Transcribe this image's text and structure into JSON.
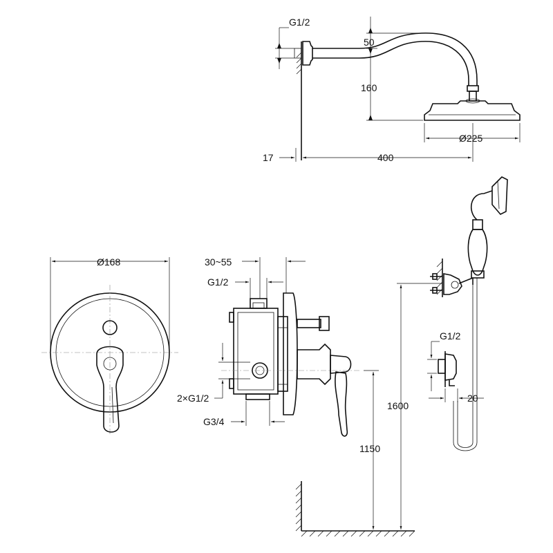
{
  "labels": {
    "shower_head_inlet": "G1/2",
    "arm_drop": "50",
    "arm_height": "160",
    "wall_offset": "17",
    "arm_reach": "400",
    "head_diameter": "Ø225",
    "plate_diameter": "Ø168",
    "install_depth": "30~55",
    "valve_inlet": "G1/2",
    "valve_side_ports": "2×G1/2",
    "valve_bottom_port": "G3/4",
    "valve_height": "1150",
    "outlet_thread": "G1/2",
    "outlet_offset": "20",
    "hand_shower_height": "1600"
  }
}
